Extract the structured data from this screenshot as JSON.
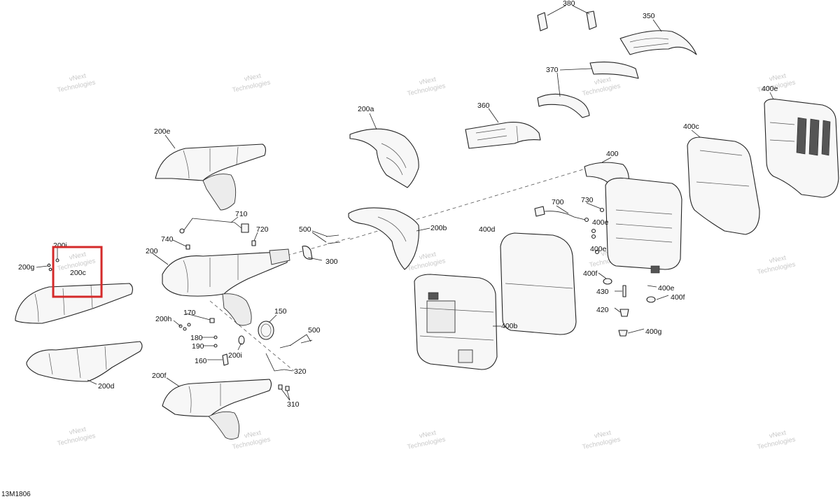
{
  "labels": {
    "l380": "380",
    "l350": "350",
    "l370": "370",
    "l360": "360",
    "l200a": "200a",
    "l200e": "200e",
    "l400e": "400e",
    "l400c": "400c",
    "l400": "400",
    "l700": "700",
    "l730": "730",
    "l710": "710",
    "l720": "720",
    "l500a": "500",
    "l200b": "200b",
    "l400d": "400d",
    "l400e_b": "400e",
    "l400e_c": "400e",
    "l400e_d": "400e",
    "l740": "740",
    "l200": "200",
    "l200i_a": "200i",
    "l200g": "200g",
    "l200c": "200c",
    "l300": "300",
    "l400f_a": "400f",
    "l400f_b": "400f",
    "l430": "430",
    "l420": "420",
    "l400g": "400g",
    "l400b": "400b",
    "l170": "170",
    "l200h": "200h",
    "l150": "150",
    "l500b": "500",
    "l180": "180",
    "l190": "190",
    "l200i_b": "200i",
    "l160": "160",
    "l320": "320",
    "l200d": "200d",
    "l200f": "200f",
    "l310": "310"
  },
  "watermark": {
    "line1": "vNext",
    "line2": "Technologies"
  },
  "highlight": {
    "color": "#d42a2a",
    "target": "200c"
  },
  "footer": {
    "code": "13M1806"
  }
}
